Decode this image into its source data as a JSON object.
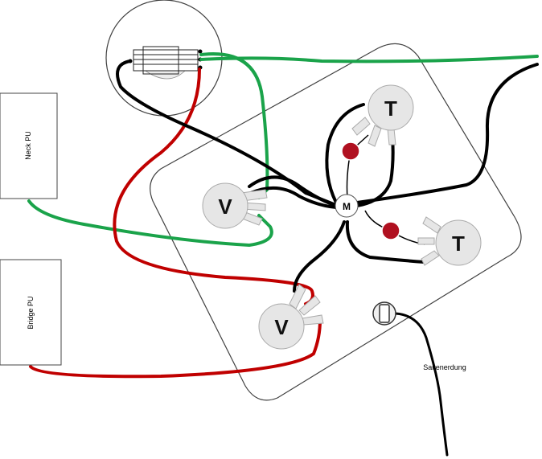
{
  "pickups": {
    "neck": {
      "label": "Neck PU"
    },
    "bridge": {
      "label": "Bridge PU"
    }
  },
  "pots": {
    "volume_neck": {
      "label": "V"
    },
    "volume_bridge": {
      "label": "V"
    },
    "tone_top": {
      "label": "T"
    },
    "tone_right": {
      "label": "T"
    }
  },
  "master": {
    "label": "M"
  },
  "ground": {
    "label": "Saitenerdung"
  },
  "colors": {
    "wire_black": "#000000",
    "wire_green": "#1aa34a",
    "wire_red": "#c00000",
    "capacitor": "#b01020",
    "pot_body": "#e6e6e6",
    "plate_stroke": "#404040"
  }
}
